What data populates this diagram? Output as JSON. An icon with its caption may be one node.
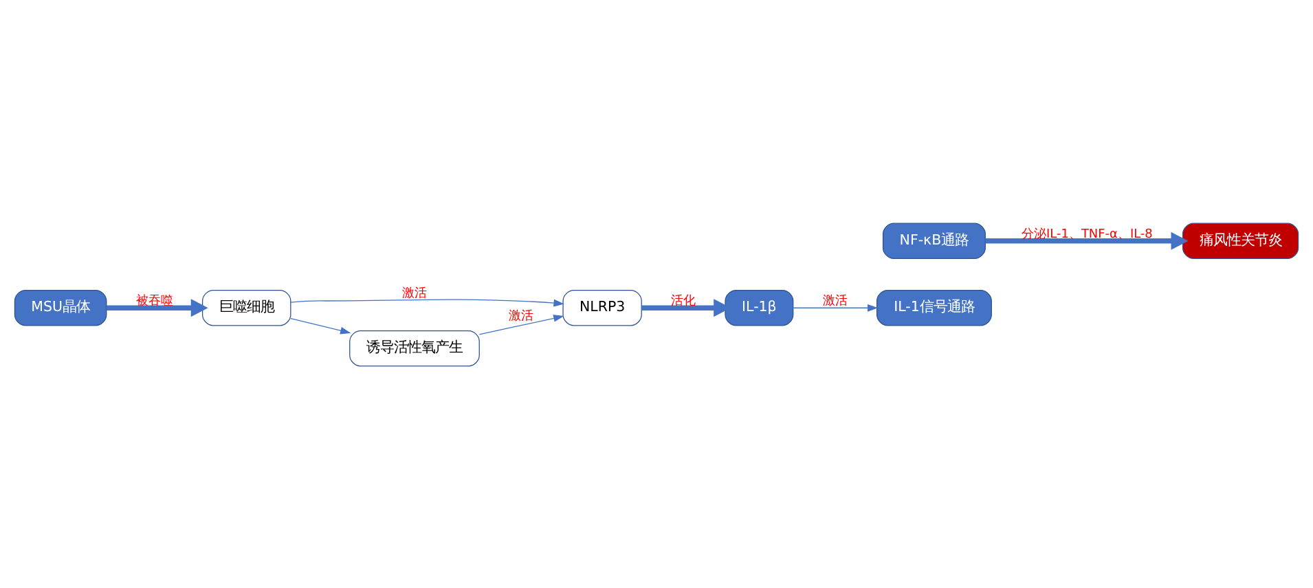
{
  "diagram": {
    "nodes": [
      {
        "text": [
          "MSU晶体"
        ]
      },
      {
        "text": [
          "巨噬细胞"
        ]
      },
      {
        "text": [
          "NLRP3"
        ]
      },
      {
        "text": [
          "诱导活性氧产生"
        ]
      },
      {
        "text": [
          "IL-1β"
        ]
      },
      {
        "text": [
          "IL-1信号通路"
        ]
      },
      {
        "text": [
          "NF-κB通路"
        ]
      },
      {
        "text": [
          "痛风性关节炎"
        ]
      }
    ],
    "edges": [
      {
        "from": 0,
        "to": 1,
        "arrow": "to",
        "label": "被吞噬",
        "style": "thick",
        "color": "#4472c4"
      },
      {
        "from": 1,
        "to": 2,
        "arrow": "to",
        "label": "激活"
      },
      {
        "from": 1,
        "to": 3,
        "arrow": "to"
      },
      {
        "from": 3,
        "to": 2,
        "arrow": "to",
        "label": "激活"
      },
      {
        "from": 2,
        "to": 4,
        "arrow": "to",
        "label": "活化",
        "style": "thick",
        "color": "#4472c4"
      },
      {
        "from": 4,
        "to": 5,
        "arrow": "to",
        "label": "激活"
      },
      {
        "from": 6,
        "to": 7,
        "arrow": "to",
        "label": "分泌IL-1、TNF-α、IL-8",
        "style": "thick",
        "color": "#4472c4"
      }
    ]
  }
}
